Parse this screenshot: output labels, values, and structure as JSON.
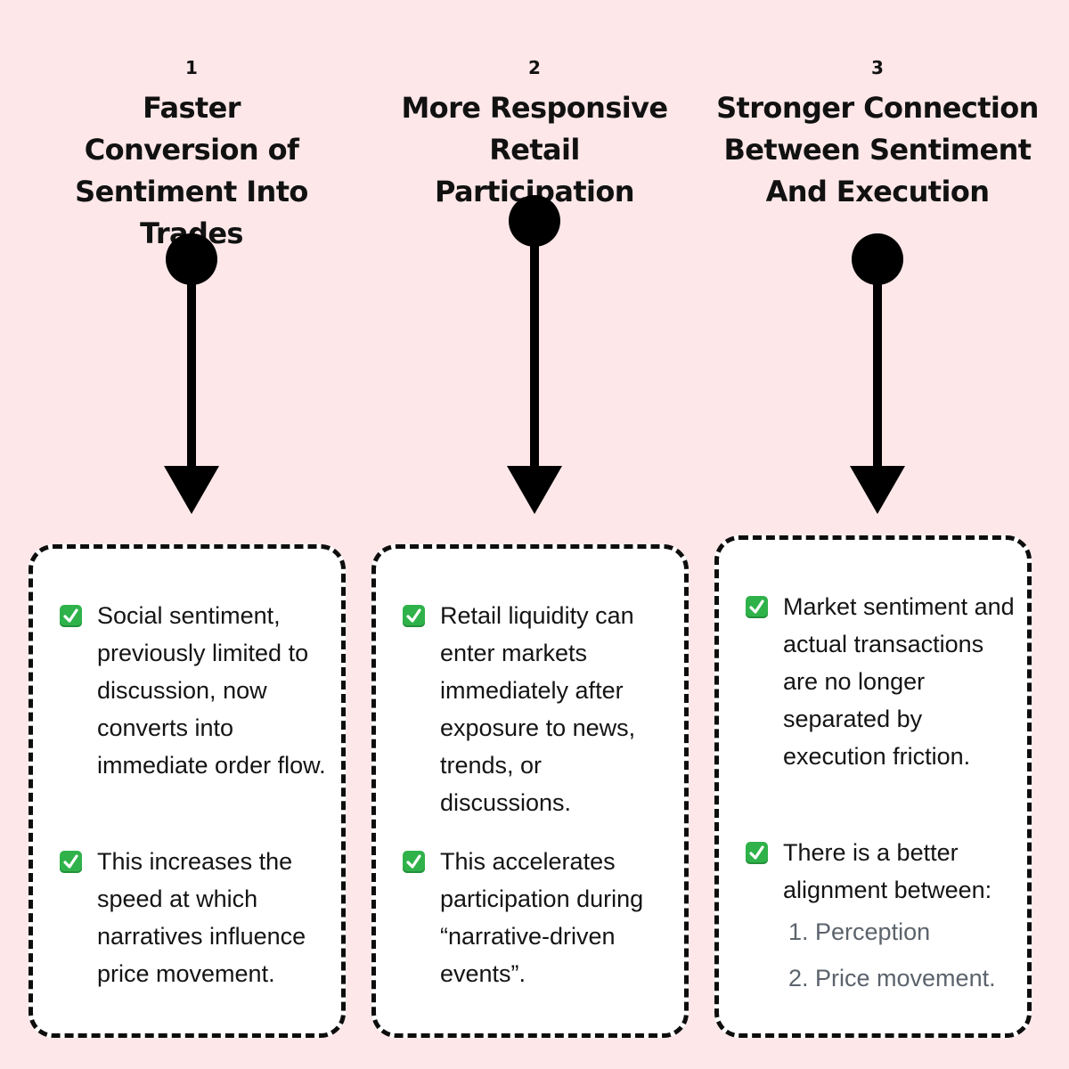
{
  "background_color": "#fde7e8",
  "columns": [
    {
      "number": "1",
      "title": "Faster Conversion of Sentiment Into Trades",
      "points": [
        {
          "icon": "check-mark-button-icon",
          "text": "Social sentiment, previously limited to discussion, now converts into immediate order flow."
        },
        {
          "icon": "check-mark-button-icon",
          "text": "This increases the speed at which narratives influence price movement."
        }
      ]
    },
    {
      "number": "2",
      "title": "More Responsive Retail Participation",
      "points": [
        {
          "icon": "check-mark-button-icon",
          "text": "Retail liquidity can enter markets immediately after exposure to news, trends, or discussions."
        },
        {
          "icon": "check-mark-button-icon",
          "text": "This accelerates participation during “narrative-driven events”."
        }
      ]
    },
    {
      "number": "3",
      "title": "Stronger Connection Between Sentiment And Execution",
      "points": [
        {
          "icon": "check-mark-button-icon",
          "text": "Market sentiment and actual transactions are no longer separated by execution friction."
        },
        {
          "icon": "check-mark-button-icon",
          "text": "There is a better alignment between:",
          "sublist": [
            "1. Perception",
            "2. Price movement."
          ]
        }
      ]
    }
  ]
}
